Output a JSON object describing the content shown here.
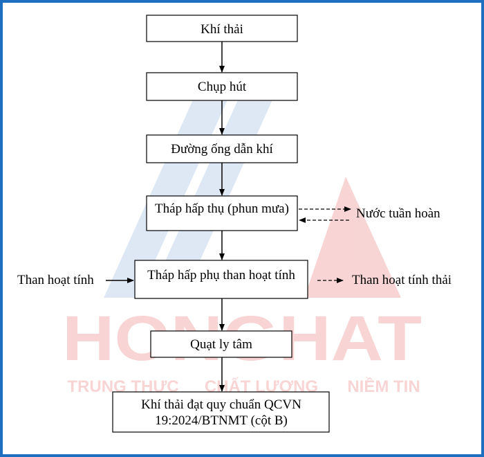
{
  "watermark": {
    "logo_text": "HONGHAT",
    "slogan": [
      "TRUNG THỰC",
      "CHẤT LƯỢNG",
      "NIỀM TIN"
    ],
    "color_main": "#f4b9b9",
    "color_stripe": "#c9d9f0"
  },
  "flow": {
    "step1": "Khí thải",
    "step2": "Chụp hút",
    "step3": "Đường ống dẫn khí",
    "step4": "Tháp hấp thụ (phun mưa)",
    "step5": "Tháp hấp phụ than hoạt tính",
    "step6": "Quạt ly tâm",
    "step7_line1": "Khí thải đạt quy chuẩn QCVN",
    "step7_line2": "19:2024/BTNMT (cột B)"
  },
  "side": {
    "recirc_water": "Nước tuần hoàn",
    "carbon_in": "Than hoạt tính",
    "carbon_out": "Than hoạt tính thải"
  },
  "colors": {
    "frame": "#1f6fc0",
    "line": "#000000"
  }
}
